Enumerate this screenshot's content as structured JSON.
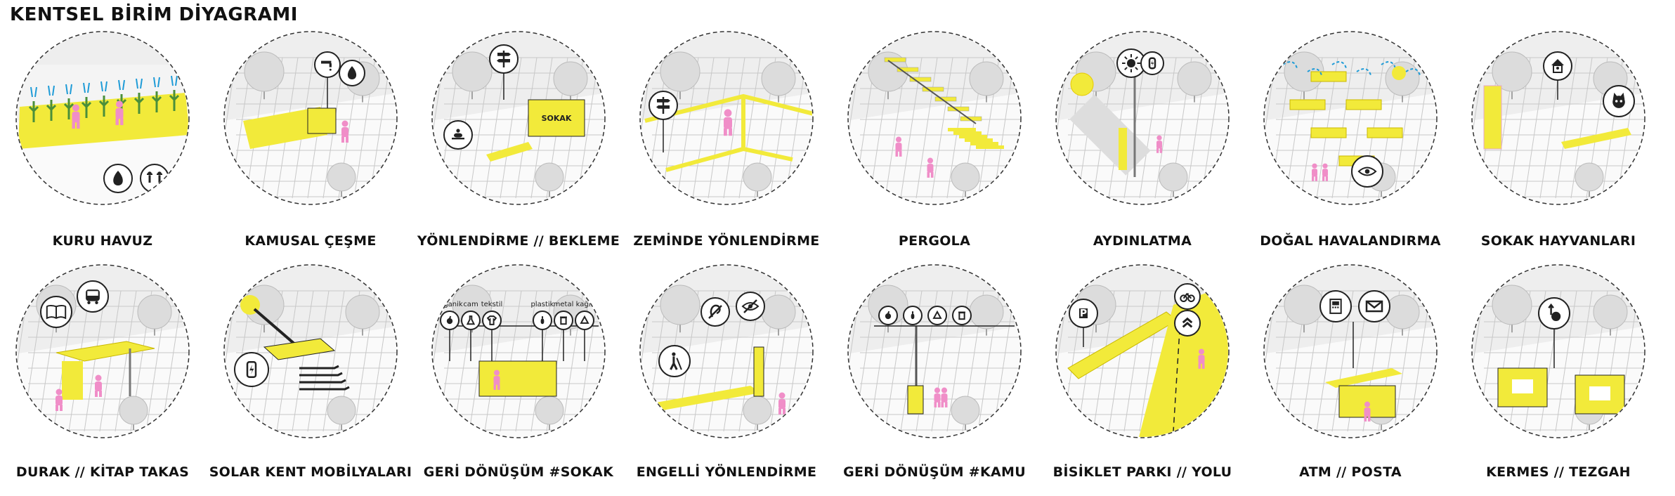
{
  "title": "KENTSEL BİRİM DİYAGRAMI",
  "palette": {
    "highlight": "#f2ea3a",
    "people": "#f08ec8",
    "line": "#222222",
    "ground": "#e6e6e6",
    "paths": "#1e9bd7"
  },
  "panels": [
    {
      "caption": "KURU HAVUZ",
      "icons": [
        "drop-icon",
        "people-icon"
      ]
    },
    {
      "caption": "KAMUSAL ÇEŞME",
      "icons": [
        "tap-icon"
      ]
    },
    {
      "caption": "YÖNLENDİRME // BEKLEME",
      "icons": [
        "signpost-icon",
        "person-waiting-icon"
      ],
      "sign_text": "SOKAK"
    },
    {
      "caption": "ZEMİNDE YÖNLENDİRME",
      "icons": [
        "signpost-icon"
      ]
    },
    {
      "caption": "PERGOLA",
      "icons": []
    },
    {
      "caption": "AYDINLATMA",
      "icons": [
        "sun-icon",
        "solar-lamp-icon"
      ]
    },
    {
      "caption": "DOĞAL HAVALANDIRMA",
      "icons": [
        "sun-icon",
        "wind-eye-icon"
      ]
    },
    {
      "caption": "SOKAK HAYVANLARI",
      "icons": [
        "birdhouse-icon",
        "cat-icon"
      ]
    },
    {
      "caption": "DURAK // KİTAP TAKAS",
      "icons": [
        "book-icon",
        "bus-stop-icon"
      ]
    },
    {
      "caption": "SOLAR KENT MOBİLYALARI",
      "icons": [
        "sun-icon",
        "battery-icon"
      ]
    },
    {
      "caption": "GERİ DÖNÜŞÜM #SOKAK",
      "icons": [
        "organic-icon",
        "glass-icon",
        "textile-icon",
        "plastic-icon",
        "metal-icon",
        "paper-icon"
      ],
      "bin_labels": [
        "organik",
        "cam",
        "tekstil",
        "plastik",
        "metal",
        "kağıt"
      ]
    },
    {
      "caption": "ENGELLİ YÖNLENDİRME",
      "icons": [
        "deaf-icon",
        "blind-icon",
        "blind-walker-icon"
      ]
    },
    {
      "caption": "GERİ DÖNÜŞÜM #KAMU",
      "icons": [
        "organic-icon",
        "plastic-icon",
        "glass-icon",
        "paper-icon"
      ]
    },
    {
      "caption": "BİSİKLET PARKI // YOLU",
      "icons": [
        "parking-icon",
        "bicycle-icon",
        "bike-lane-icon"
      ]
    },
    {
      "caption": "ATM // POSTA",
      "icons": [
        "atm-icon",
        "mail-icon"
      ]
    },
    {
      "caption": "KERMES // TEZGAH",
      "icons": [
        "market-icon"
      ]
    }
  ]
}
